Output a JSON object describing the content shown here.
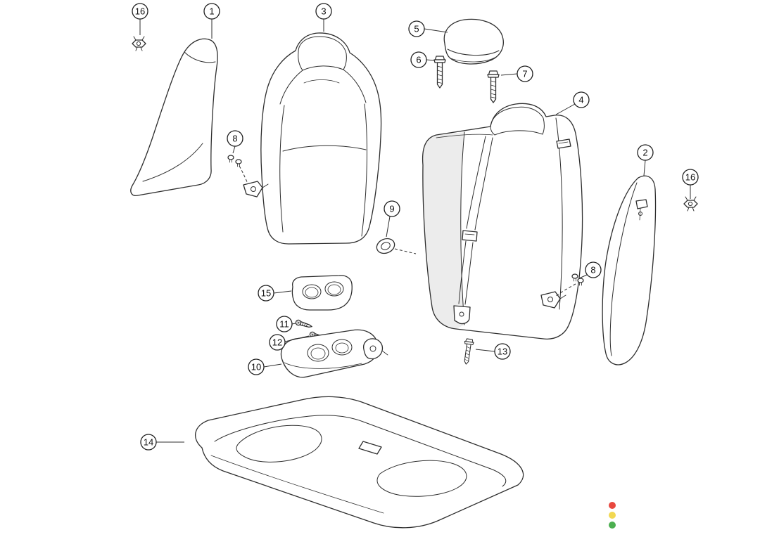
{
  "diagram": {
    "background": "#ffffff",
    "line_color": "#2e2e2e",
    "callouts": [
      {
        "label": "16"
      },
      {
        "label": "1"
      },
      {
        "label": "3"
      },
      {
        "label": "5"
      },
      {
        "label": "6"
      },
      {
        "label": "7"
      },
      {
        "label": "4"
      },
      {
        "label": "2"
      },
      {
        "label": "16"
      },
      {
        "label": "8"
      },
      {
        "label": "9"
      },
      {
        "label": "8"
      },
      {
        "label": "15"
      },
      {
        "label": "11"
      },
      {
        "label": "12"
      },
      {
        "label": "10"
      },
      {
        "label": "13"
      },
      {
        "label": "14"
      }
    ],
    "status_indicator": {
      "dots": [
        {
          "name": "red",
          "color": "#e8483f"
        },
        {
          "name": "yellow",
          "color": "#f2d852"
        },
        {
          "name": "green",
          "color": "#4caf50"
        }
      ]
    }
  }
}
